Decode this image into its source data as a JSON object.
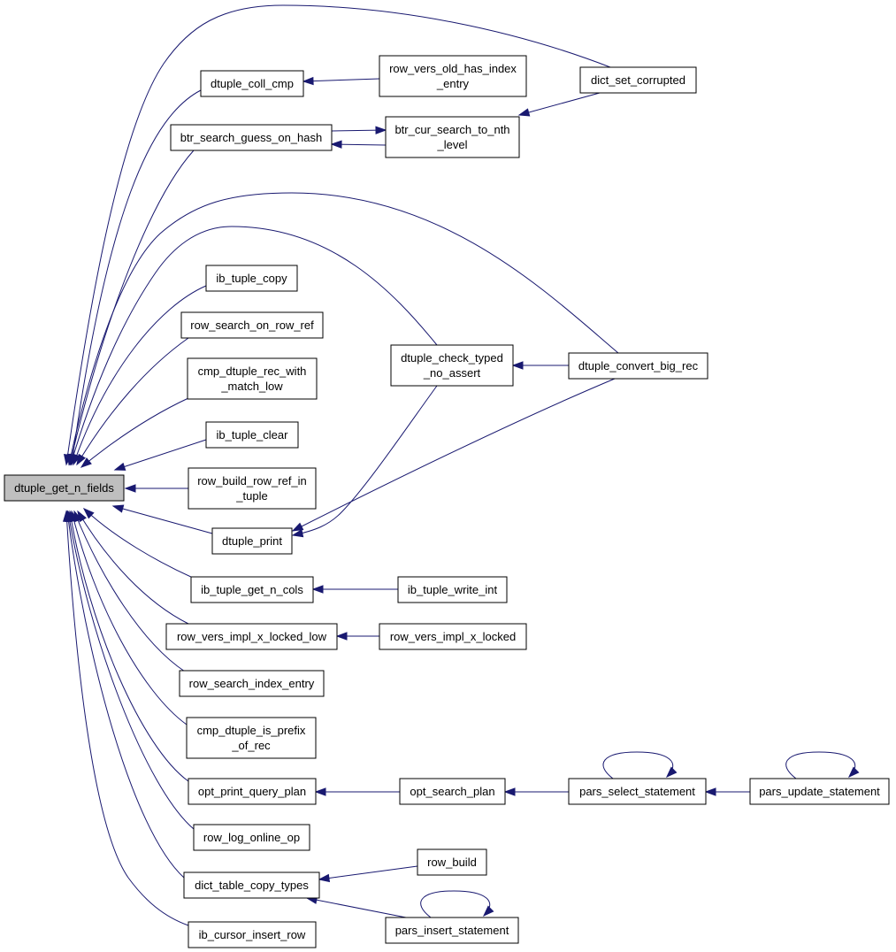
{
  "nodes": [
    {
      "id": "dtuple_get_n_fields",
      "lines": [
        "dtuple_get_n_fields"
      ],
      "root": true
    },
    {
      "id": "dtuple_coll_cmp",
      "lines": [
        "dtuple_coll_cmp"
      ]
    },
    {
      "id": "row_vers_old_has_index_entry",
      "lines": [
        "row_vers_old_has_index",
        "_entry"
      ]
    },
    {
      "id": "dict_set_corrupted",
      "lines": [
        "dict_set_corrupted"
      ]
    },
    {
      "id": "btr_search_guess_on_hash",
      "lines": [
        "btr_search_guess_on_hash"
      ]
    },
    {
      "id": "btr_cur_search_to_nth_level",
      "lines": [
        "btr_cur_search_to_nth",
        "_level"
      ]
    },
    {
      "id": "ib_tuple_copy",
      "lines": [
        "ib_tuple_copy"
      ]
    },
    {
      "id": "row_search_on_row_ref",
      "lines": [
        "row_search_on_row_ref"
      ]
    },
    {
      "id": "cmp_dtuple_rec_with_match_low",
      "lines": [
        "cmp_dtuple_rec_with",
        "_match_low"
      ]
    },
    {
      "id": "dtuple_check_typed_no_assert",
      "lines": [
        "dtuple_check_typed",
        "_no_assert"
      ]
    },
    {
      "id": "dtuple_convert_big_rec",
      "lines": [
        "dtuple_convert_big_rec"
      ]
    },
    {
      "id": "ib_tuple_clear",
      "lines": [
        "ib_tuple_clear"
      ]
    },
    {
      "id": "row_build_row_ref_in_tuple",
      "lines": [
        "row_build_row_ref_in",
        "_tuple"
      ]
    },
    {
      "id": "dtuple_print",
      "lines": [
        "dtuple_print"
      ]
    },
    {
      "id": "ib_tuple_get_n_cols",
      "lines": [
        "ib_tuple_get_n_cols"
      ]
    },
    {
      "id": "ib_tuple_write_int",
      "lines": [
        "ib_tuple_write_int"
      ]
    },
    {
      "id": "row_vers_impl_x_locked_low",
      "lines": [
        "row_vers_impl_x_locked_low"
      ]
    },
    {
      "id": "row_vers_impl_x_locked",
      "lines": [
        "row_vers_impl_x_locked"
      ]
    },
    {
      "id": "row_search_index_entry",
      "lines": [
        "row_search_index_entry"
      ]
    },
    {
      "id": "cmp_dtuple_is_prefix_of_rec",
      "lines": [
        "cmp_dtuple_is_prefix",
        "_of_rec"
      ]
    },
    {
      "id": "opt_print_query_plan",
      "lines": [
        "opt_print_query_plan"
      ]
    },
    {
      "id": "opt_search_plan",
      "lines": [
        "opt_search_plan"
      ]
    },
    {
      "id": "pars_select_statement",
      "lines": [
        "pars_select_statement"
      ]
    },
    {
      "id": "pars_update_statement",
      "lines": [
        "pars_update_statement"
      ]
    },
    {
      "id": "row_log_online_op",
      "lines": [
        "row_log_online_op"
      ]
    },
    {
      "id": "dict_table_copy_types",
      "lines": [
        "dict_table_copy_types"
      ]
    },
    {
      "id": "row_build",
      "lines": [
        "row_build"
      ]
    },
    {
      "id": "pars_insert_statement",
      "lines": [
        "pars_insert_statement"
      ]
    },
    {
      "id": "ib_cursor_insert_row",
      "lines": [
        "ib_cursor_insert_row"
      ]
    }
  ],
  "edges": [
    {
      "from": "dtuple_coll_cmp",
      "to": "dtuple_get_n_fields"
    },
    {
      "from": "dict_set_corrupted",
      "to": "dtuple_get_n_fields"
    },
    {
      "from": "btr_search_guess_on_hash",
      "to": "dtuple_get_n_fields"
    },
    {
      "from": "dtuple_convert_big_rec",
      "to": "dtuple_get_n_fields"
    },
    {
      "from": "dtuple_check_typed_no_assert",
      "to": "dtuple_get_n_fields"
    },
    {
      "from": "ib_tuple_copy",
      "to": "dtuple_get_n_fields"
    },
    {
      "from": "row_search_on_row_ref",
      "to": "dtuple_get_n_fields"
    },
    {
      "from": "cmp_dtuple_rec_with_match_low",
      "to": "dtuple_get_n_fields"
    },
    {
      "from": "ib_tuple_clear",
      "to": "dtuple_get_n_fields"
    },
    {
      "from": "row_build_row_ref_in_tuple",
      "to": "dtuple_get_n_fields"
    },
    {
      "from": "dtuple_print",
      "to": "dtuple_get_n_fields"
    },
    {
      "from": "ib_tuple_get_n_cols",
      "to": "dtuple_get_n_fields"
    },
    {
      "from": "row_vers_impl_x_locked_low",
      "to": "dtuple_get_n_fields"
    },
    {
      "from": "row_search_index_entry",
      "to": "dtuple_get_n_fields"
    },
    {
      "from": "cmp_dtuple_is_prefix_of_rec",
      "to": "dtuple_get_n_fields"
    },
    {
      "from": "opt_print_query_plan",
      "to": "dtuple_get_n_fields"
    },
    {
      "from": "row_log_online_op",
      "to": "dtuple_get_n_fields"
    },
    {
      "from": "dict_table_copy_types",
      "to": "dtuple_get_n_fields"
    },
    {
      "from": "ib_cursor_insert_row",
      "to": "dtuple_get_n_fields"
    },
    {
      "from": "row_vers_old_has_index_entry",
      "to": "dtuple_coll_cmp"
    },
    {
      "from": "btr_cur_search_to_nth_level",
      "to": "btr_search_guess_on_hash"
    },
    {
      "from": "btr_search_guess_on_hash",
      "to": "btr_cur_search_to_nth_level"
    },
    {
      "from": "dict_set_corrupted",
      "to": "btr_cur_search_to_nth_level"
    },
    {
      "from": "dtuple_convert_big_rec",
      "to": "dtuple_check_typed_no_assert"
    },
    {
      "from": "dtuple_check_typed_no_assert",
      "to": "dtuple_print"
    },
    {
      "from": "dtuple_convert_big_rec",
      "to": "dtuple_print"
    },
    {
      "from": "ib_tuple_write_int",
      "to": "ib_tuple_get_n_cols"
    },
    {
      "from": "row_vers_impl_x_locked",
      "to": "row_vers_impl_x_locked_low"
    },
    {
      "from": "opt_search_plan",
      "to": "opt_print_query_plan"
    },
    {
      "from": "pars_select_statement",
      "to": "opt_search_plan"
    },
    {
      "from": "pars_select_statement",
      "to": "pars_select_statement"
    },
    {
      "from": "pars_update_statement",
      "to": "pars_select_statement"
    },
    {
      "from": "pars_update_statement",
      "to": "pars_update_statement"
    },
    {
      "from": "row_build",
      "to": "dict_table_copy_types"
    },
    {
      "from": "pars_insert_statement",
      "to": "dict_table_copy_types"
    },
    {
      "from": "pars_insert_statement",
      "to": "pars_insert_statement"
    }
  ]
}
